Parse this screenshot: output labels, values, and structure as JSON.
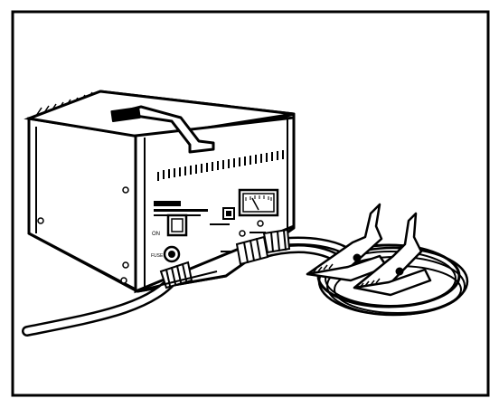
{
  "illustration": {
    "subject": "battery-charger",
    "colors": {
      "ink": "#000000",
      "paper": "#ffffff"
    },
    "front_panel": {
      "switch_label": "ON",
      "fuse_label": "FUSE",
      "brand_label": "",
      "model_label": "",
      "meter_label": ""
    }
  }
}
